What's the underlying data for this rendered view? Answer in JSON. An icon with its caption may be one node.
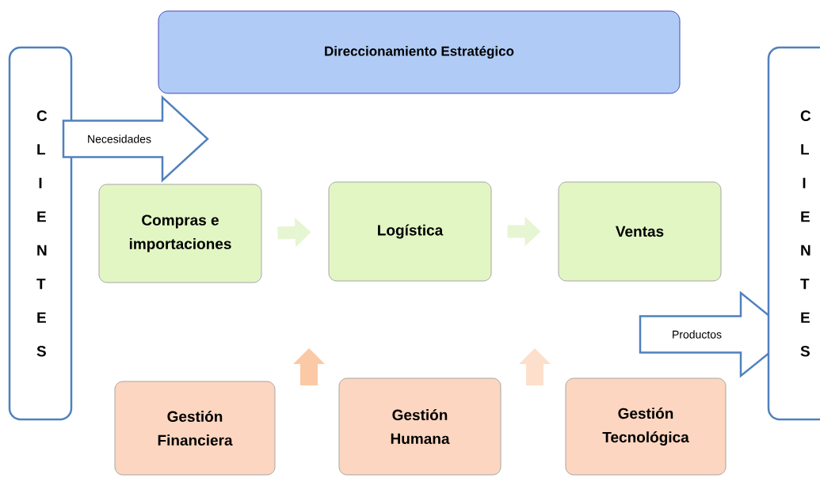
{
  "diagram": {
    "nodes": [
      {
        "text": [
          "C L I E N T E S"
        ]
      },
      {
        "text": [
          "Direccionamiento Estratégico"
        ]
      },
      {
        "text": [
          "Necesidades"
        ]
      },
      {
        "text": [
          "Compras e importaciones"
        ]
      },
      {
        "text": [
          "Logística"
        ]
      },
      {
        "text": [
          "Ventas"
        ]
      },
      {
        "text": [
          "Productos"
        ]
      },
      {
        "text": [
          "C L I E N T E S"
        ]
      },
      {
        "text": [
          "Gestión Financiera"
        ]
      },
      {
        "text": [
          "Gestión Humana"
        ]
      },
      {
        "text": [
          "Gestión Tecnológica"
        ]
      },
      {
        "text": [],
        "shape": "arrow"
      },
      {
        "text": [],
        "shape": "arrow"
      }
    ],
    "edges": [
      {
        "from": 3,
        "to": 4,
        "arrow": "to"
      },
      {
        "from": 4,
        "to": 5,
        "arrow": "to"
      }
    ]
  }
}
